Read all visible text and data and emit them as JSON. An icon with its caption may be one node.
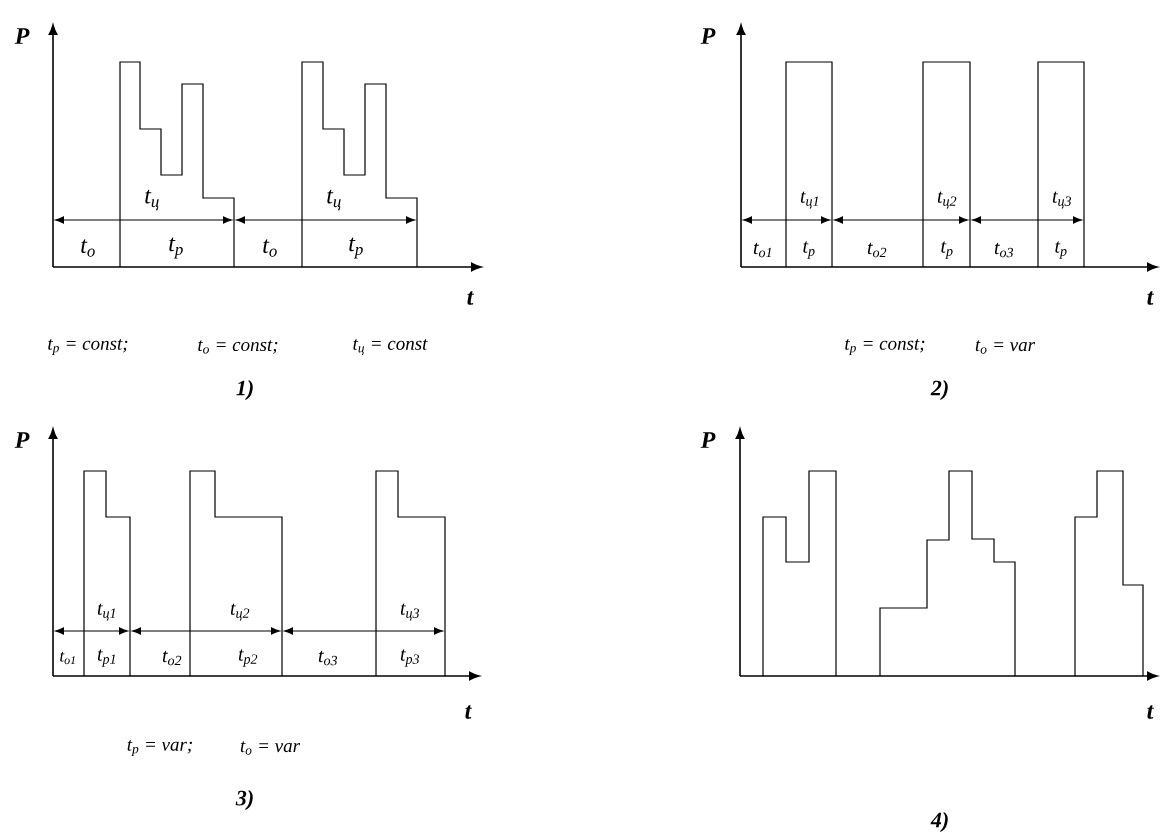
{
  "diagram": {
    "labels": [
      "P",
      "t$_{ц}$",
      "t$_{ц}$",
      "t$_{o}$",
      "t$_{p}$",
      "t$_{o}$",
      "t$_{p}$",
      "t",
      "t$_{p}$ = const;",
      "t$_{o}$ = const;",
      "t$_{ц}$ = const",
      "1)",
      "P",
      "t$_{ц1}$",
      "t$_{ц2}$",
      "t$_{ц3}$",
      "t$_{o1}$",
      "t$_{p}$",
      "t$_{o2}$",
      "t$_{p}$",
      "t$_{o3}$",
      "t$_{p}$",
      "t",
      "t$_{p}$ = const;",
      "t$_{o}$ = var",
      "2)",
      "P",
      "t$_{ц1}$",
      "t$_{ц2}$",
      "t$_{ц3}$",
      "t$_{o1}$",
      "t$_{p1}$",
      "t$_{o2}$",
      "t$_{p2}$",
      "t$_{o3}$",
      "t$_{p3}$",
      "t",
      "t$_{p}$ = var;",
      "t$_{o}$ = var",
      "3)",
      "P",
      "t",
      "4)"
    ]
  }
}
